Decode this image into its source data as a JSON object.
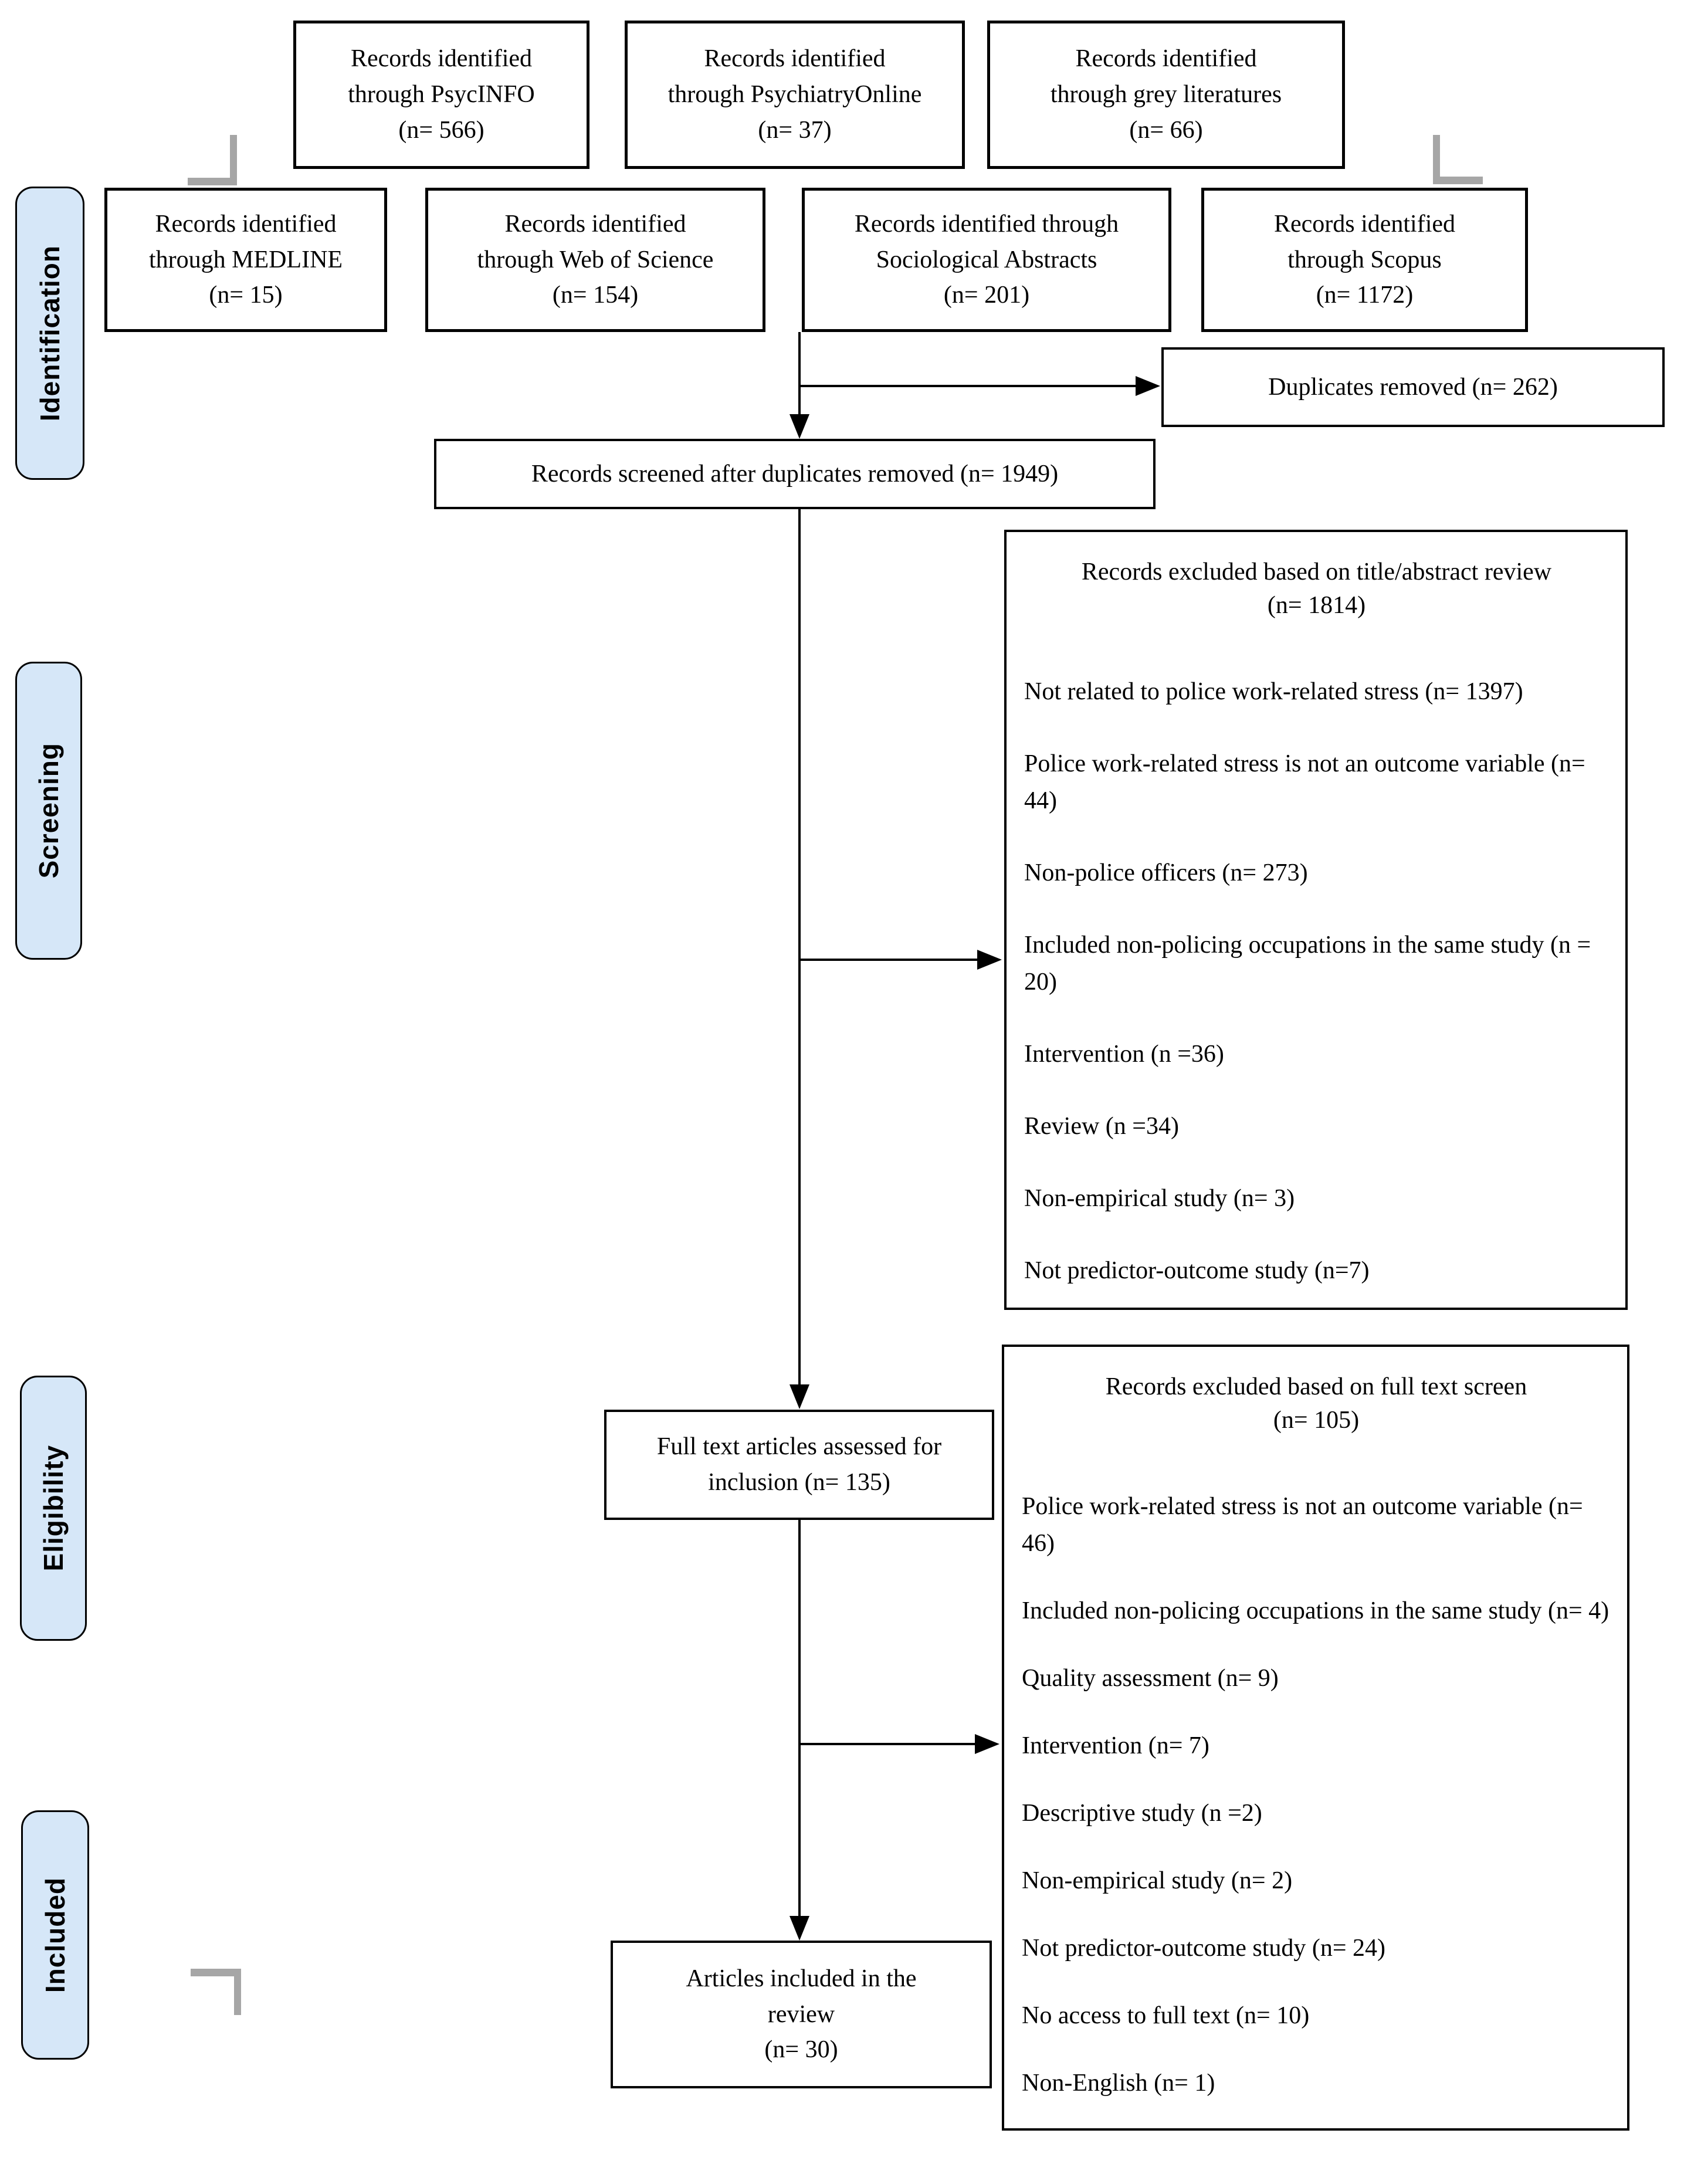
{
  "stages": [
    {
      "label": "Identification"
    },
    {
      "label": "Screening"
    },
    {
      "label": "Eligibility"
    },
    {
      "label": "Included"
    }
  ],
  "sources_row1": [
    {
      "lines": [
        "Records identified",
        "through PsycINFO",
        "(n= 566)"
      ]
    },
    {
      "lines": [
        "Records identified",
        "through PsychiatryOnline",
        "(n= 37)"
      ]
    },
    {
      "lines": [
        "Records identified",
        "through grey literatures",
        "(n= 66)"
      ]
    }
  ],
  "sources_row2": [
    {
      "lines": [
        "Records identified",
        "through MEDLINE",
        "(n= 15)"
      ]
    },
    {
      "lines": [
        "Records identified",
        "through Web of Science",
        "(n= 154)"
      ]
    },
    {
      "lines": [
        "Records identified through",
        "Sociological Abstracts",
        "(n= 201)"
      ]
    },
    {
      "lines": [
        "Records identified",
        "through Scopus",
        "(n= 1172)"
      ]
    }
  ],
  "duplicates_removed": {
    "text": "Duplicates removed (n= 262)"
  },
  "records_screened": {
    "text": "Records screened after duplicates removed (n= 1949)"
  },
  "exclusion_title_abstract": {
    "header": [
      "Records excluded based on title/abstract review",
      "(n= 1814)"
    ],
    "items": [
      "Not related to police work-related stress (n= 1397)",
      "Police work-related stress is not an outcome variable (n= 44)",
      "Non-police officers (n= 273)",
      "Included non-policing occupations in the same study (n = 20)",
      "Intervention (n =36)",
      "Review (n =34)",
      "Non-empirical study (n= 3)",
      "Not predictor-outcome study (n=7)"
    ]
  },
  "full_text": {
    "lines": [
      "Full text articles assessed for",
      "inclusion (n= 135)"
    ]
  },
  "exclusion_full_text": {
    "header": [
      "Records excluded based on full text screen",
      "(n= 105)"
    ],
    "items": [
      "Police work-related stress is not an outcome variable (n= 46)",
      "Included non-policing occupations in the same study (n= 4)",
      "Quality assessment (n= 9)",
      "Intervention (n= 7)",
      "Descriptive study (n =2)",
      "Non-empirical study (n= 2)",
      "Not predictor-outcome study (n= 24)",
      "No access to full text (n= 10)",
      "Non-English (n= 1)"
    ]
  },
  "included_articles": {
    "lines": [
      "Articles included in the",
      "review",
      "(n= 30)"
    ]
  },
  "colors": {
    "stage_fill": "#d6e7f8",
    "line": "#000000",
    "crop_mark_gray": "#a6a6a6"
  }
}
